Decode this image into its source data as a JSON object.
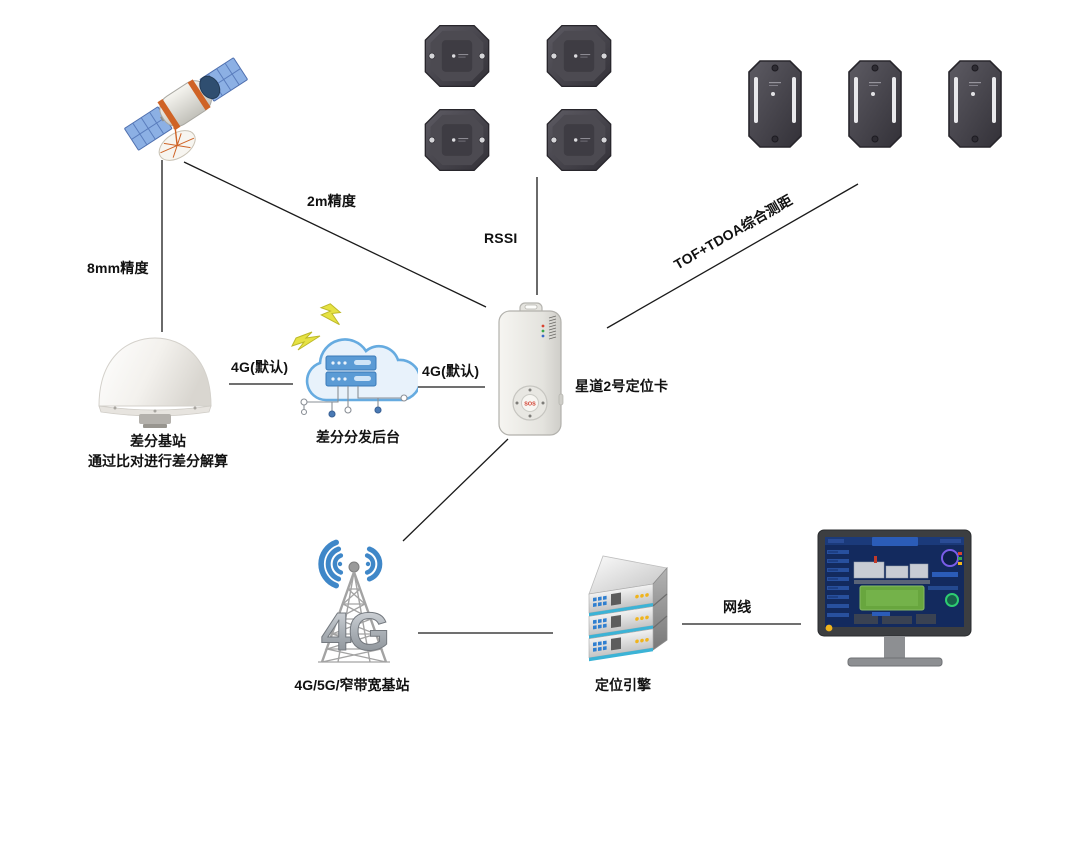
{
  "edges": {
    "satellite_to_base": {
      "label": "8mm精度"
    },
    "satellite_to_card": {
      "label": "2m精度"
    },
    "beacons_to_card": {
      "label": "RSSI"
    },
    "anchors_to_card": {
      "label": "TOF+TDOA综合测距"
    },
    "base_to_cloud": {
      "label": "4G(默认)"
    },
    "cloud_to_card": {
      "label": "4G(默认)"
    },
    "engine_to_monitor": {
      "label": "网线"
    }
  },
  "nodes": {
    "base_station": {
      "caption": "差分基站",
      "detail": "通过比对进行差分解算"
    },
    "backend": {
      "caption": "差分分发后台"
    },
    "card": {
      "caption": "星道2号定位卡",
      "sos": "SOS"
    },
    "tower": {
      "caption": "4G/5G/窄带宽基站",
      "badge": "4G"
    },
    "engine": {
      "caption": "定位引擎"
    }
  },
  "colors": {
    "line": "#1a1a1a",
    "beacon_dark": "#46444b",
    "signal_blue": "#3f87c8",
    "cloud_stroke": "#66abe0",
    "lightning_yellow": "#e6e243",
    "server_cyan": "#3bb3d6",
    "led_yellow": "#f0b41c",
    "screen_navy": "#132a5e",
    "field_green": "#68a63e",
    "sos_red": "#d03a2a"
  }
}
